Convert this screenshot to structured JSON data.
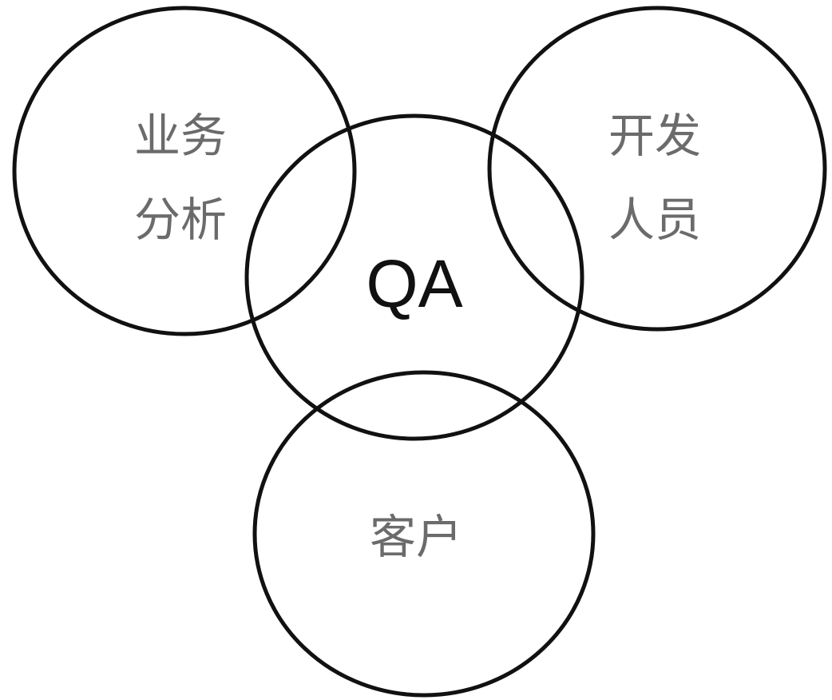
{
  "colors": {
    "background": "#ffffff",
    "stroke": "#111111",
    "role_text": "#6b6b6b",
    "center_text": "#111111"
  },
  "roles": {
    "business_analyst": {
      "line1": "业务",
      "line2": "分析"
    },
    "developer": {
      "line1": "开发",
      "line2": "人员"
    },
    "qa": {
      "label": "QA"
    },
    "customer": {
      "label": "客户"
    }
  }
}
